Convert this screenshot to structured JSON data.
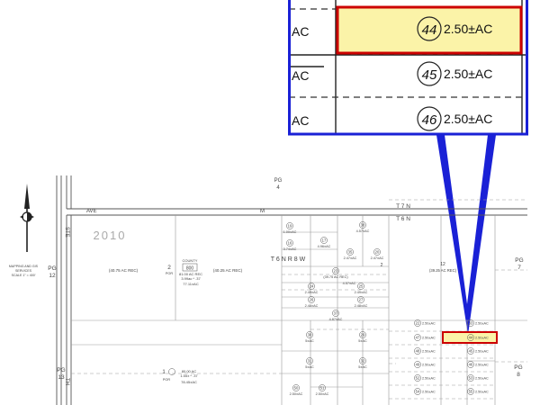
{
  "colors": {
    "callout_border": "#1a21d6",
    "highlight_stroke": "#cc0000",
    "highlight_fill": "#fbf3a8",
    "line": "#999999"
  },
  "zoom_inset": {
    "rows": [
      {
        "label": "AC",
        "parcel": "44",
        "acreage": "2.50±AC",
        "highlighted": true
      },
      {
        "label": "AC",
        "parcel": "45",
        "acreage": "2.50±AC",
        "highlighted": false
      },
      {
        "label": "AC",
        "parcel": "46",
        "acreage": "2.50±AC",
        "highlighted": false
      }
    ]
  },
  "map": {
    "north_arrow_icon": "north-arrow-icon",
    "road_labels": {
      "ave": "AVE",
      "ste": "STE",
      "th": "TH"
    },
    "letter_m": "M",
    "pg4": {
      "pg": "PG",
      "num": "4"
    },
    "township_north": "T 7 N",
    "township_south": "T 6 N",
    "block_number": "2010",
    "legend": [
      "MAPPING AND GIS",
      "SERVICES",
      "SCALE 1\" = 400'"
    ],
    "pg_left_12": {
      "pg": "PG",
      "num": "12"
    },
    "pg_left_13": {
      "pg": "PG",
      "num": "13"
    },
    "pg_right_7": {
      "pg": "PG",
      "num": "7"
    },
    "pg_right_8": {
      "pg": "PG",
      "num": "8"
    },
    "range_label": "T 6 N R 8 W",
    "parcel_40ac_left": "(40.75 AC REC)",
    "parcel_40ac_right": "(40.25 AC REC)",
    "parcel2": {
      "num": "2",
      "sub": "POR",
      "county": "COUNTY",
      "box": "800",
      "line1": "81.00 AC REC",
      "line2": "3.99ac * .37",
      "line3": "77.11±AC"
    },
    "parcel1": {
      "num": "1",
      "sub": "POR",
      "line1": "80.00 AC",
      "line2": "1.55± * .37",
      "line3": "78.45±AC"
    },
    "parcel12_acreage": "(39.25 AC REC)",
    "section_numbers": {
      "right_top": "12",
      "mid_top": "2"
    },
    "parcels_mid": [
      {
        "num": "19",
        "ac": "1.00±AC"
      },
      {
        "num": "17",
        "ac": "4.96±AC"
      },
      {
        "num": "38",
        "ac": "4.57±AC"
      },
      {
        "num": "16",
        "ac": "3.74±AC"
      },
      {
        "num": "35",
        "ac": "2.47±AC"
      },
      {
        "num": "20",
        "ac": "2.47±AC"
      },
      {
        "num": "23",
        "ac": "(39.75 AC REC)"
      },
      {
        "num": "",
        "ac": "4.57±AC"
      },
      {
        "num": "24",
        "ac": "2.49±AC"
      },
      {
        "num": "25",
        "ac": "2.49±AC"
      },
      {
        "num": "26",
        "ac": "2.48±AC"
      },
      {
        "num": "27",
        "ac": "2.48±AC"
      },
      {
        "num": "37",
        "ac": "4.87±AC"
      }
    ],
    "parcels_lower": [
      {
        "num": "30",
        "ac": "5±AC"
      },
      {
        "num": "29",
        "ac": "5±AC"
      },
      {
        "num": "31",
        "ac": "5±AC"
      },
      {
        "num": "32",
        "ac": "5±AC"
      },
      {
        "num": "50",
        "ac": "2.50±AC"
      },
      {
        "num": "51",
        "ac": "2.50±AC"
      }
    ],
    "parcels_right": [
      {
        "num": "22",
        "ac": "2.50±AC"
      },
      {
        "num": "33",
        "ac": "2.50±AC"
      },
      {
        "num": "47",
        "ac": "2.50±AC"
      },
      {
        "num": "44",
        "ac": "2.50±AC"
      },
      {
        "num": "48",
        "ac": "2.50±AC"
      },
      {
        "num": "45",
        "ac": "2.50±AC"
      },
      {
        "num": "49",
        "ac": "2.50±AC"
      },
      {
        "num": "46",
        "ac": "2.50±AC"
      },
      {
        "num": "52",
        "ac": "2.50±AC"
      },
      {
        "num": "53",
        "ac": "2.50±AC"
      },
      {
        "num": "54",
        "ac": "2.50±AC"
      },
      {
        "num": "55",
        "ac": "2.50±AC"
      }
    ]
  }
}
